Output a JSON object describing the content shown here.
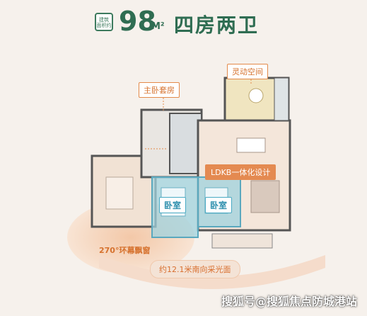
{
  "header": {
    "tag_line1": "建筑",
    "tag_line2": "面积约",
    "area": "98",
    "unit": "M²",
    "layout": "四房两卫"
  },
  "labels": {
    "flex_space": "灵动空间",
    "master_suite": "主卧套房",
    "ldkb": "LDKB一体化设计",
    "bedroom_a": "卧室",
    "bedroom_b": "卧室",
    "bay_window": "270°环幕飘窗",
    "south_face": "约12.1米南向采光面"
  },
  "watermark": "搜狐号@搜狐焦点防城港站",
  "colors": {
    "brand_green": "#2f6d52",
    "accent_orange": "#e48a51",
    "bedroom_blue": "#7fc4d6"
  }
}
